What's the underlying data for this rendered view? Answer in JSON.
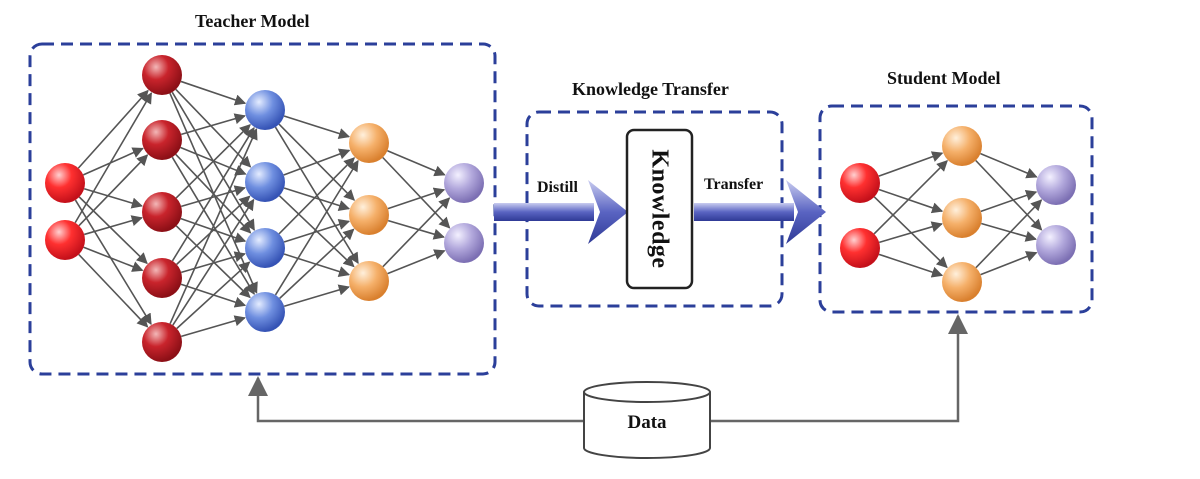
{
  "teacher": {
    "title": "Teacher Model"
  },
  "transfer": {
    "title": "Knowledge Transfer",
    "distill_label": "Distill",
    "knowledge_label": "Knowledge",
    "transfer_label": "Transfer"
  },
  "student": {
    "title": "Student Model"
  },
  "data": {
    "label": "Data"
  },
  "colors": {
    "box_border": "#2b3f9a",
    "edge": "#555555",
    "arrow": "#4a55b5",
    "node_red_light": "#ff6b6b",
    "node_red_dark": "#b81822",
    "node_blue": "#5a7fd6",
    "node_orange": "#f0a35a",
    "node_purple": "#9b8fc9"
  }
}
